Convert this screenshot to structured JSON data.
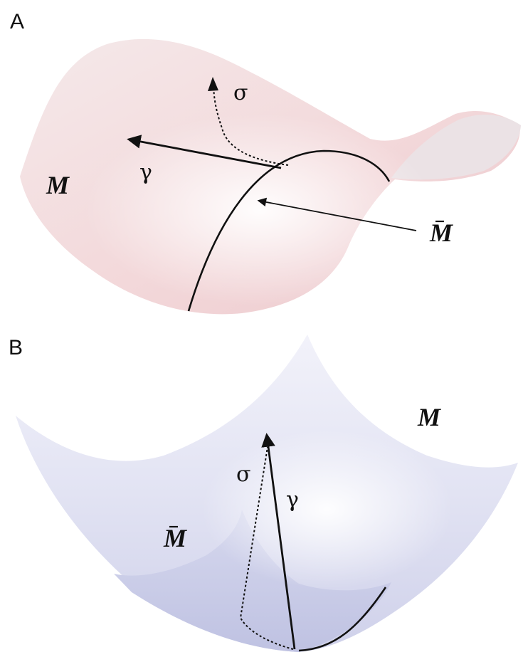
{
  "panel_a": {
    "label": "A",
    "surface_label": "M",
    "submanifold_label": "M",
    "curve_gamma_label": "γ",
    "curve_sigma_label": "σ"
  },
  "panel_b": {
    "label": "B",
    "surface_label": "M",
    "submanifold_label": "M",
    "curve_gamma_label": "γ",
    "curve_sigma_label": "σ"
  },
  "colors": {
    "panel_a_surface": "#f2dede",
    "panel_a_surface_shade": "#e8c4c8",
    "panel_b_surface": "#e8e8f6",
    "panel_b_surface_shade": "#c7c9e6",
    "ink": "#111111"
  }
}
